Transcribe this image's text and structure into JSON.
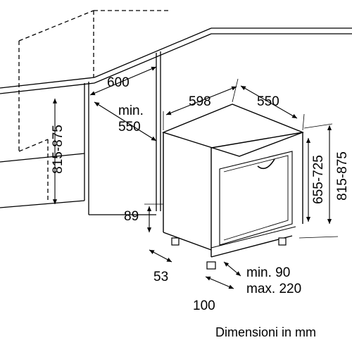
{
  "dimensions": {
    "niche_width": "600",
    "niche_height": "815-875",
    "niche_depth_min_label": "min.",
    "niche_depth_min_value": "550",
    "appliance_width": "598",
    "appliance_depth": "550",
    "appliance_height": "655-725",
    "overall_height": "815-875",
    "plinth_height": "89",
    "foot_setback": "53",
    "door_gap": "100",
    "door_gap_min": "min. 90",
    "door_gap_max": "max. 220"
  },
  "caption": "Dimensioni in mm",
  "colors": {
    "line": "#000000",
    "background": "#ffffff"
  }
}
